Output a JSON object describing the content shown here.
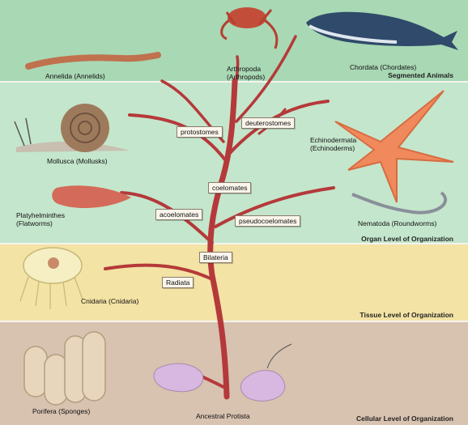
{
  "levels": {
    "segmented": "Segmented Animals",
    "organ": "Organ Level of Organization",
    "tissue": "Tissue Level of Organization",
    "cellular": "Cellular Level of Organization"
  },
  "branches": {
    "protostomes": "protostomes",
    "deuterostomes": "deuterostomes",
    "coelomates": "coelomates",
    "acoelomates": "acoelomates",
    "pseudocoelomates": "pseudocoelomates",
    "bilateria": "Bilateria",
    "radiata": "Radiata"
  },
  "taxa": {
    "annelida": "Annelida (Annelids)",
    "arthropoda_1": "Arthropoda",
    "arthropoda_2": "(Arthropods)",
    "chordata": "Chordata (Chordates)",
    "mollusca": "Mollusca (Mollusks)",
    "echinodermata_1": "Echinodermata",
    "echinodermata_2": "(Echinoderms)",
    "platyhelminthes_1": "Platyhelminthes",
    "platyhelminthes_2": "(Flatworms)",
    "nematoda": "Nematoda (Roundworms)",
    "cnidaria": "Cnidaria (Cnidaria)",
    "porifera": "Porifera (Sponges)",
    "protista": "Ancestral Protista"
  },
  "colors": {
    "trunk": "#b5393a",
    "band_top": "#a8d8b4",
    "band_organ": "#c4e6cc",
    "band_tissue": "#f3e3a4",
    "band_cellular": "#d8c2b0"
  }
}
